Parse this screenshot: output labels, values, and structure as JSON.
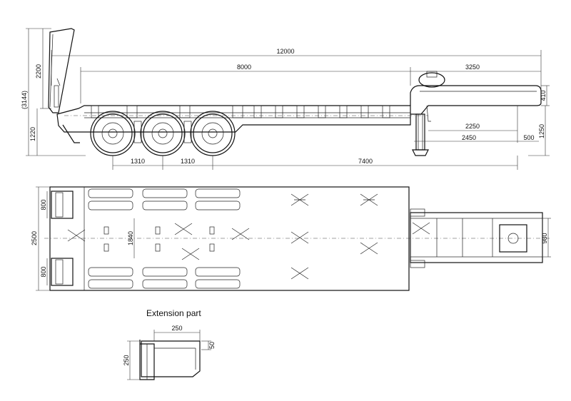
{
  "side_view": {
    "dims": {
      "total_length": "12000",
      "deck_length": "8000",
      "gooseneck_length": "3250",
      "ramp_height": "2200",
      "overall_height": "(3144)",
      "deck_height": "1220",
      "gooseneck_thickness": "410",
      "kingpin_height": "1250",
      "kingpin_to_leg": "2250",
      "kingpin_to_axle_ref": "2450",
      "front_overhang": "500",
      "axle_spacing_1": "1310",
      "axle_spacing_2": "1310",
      "axle_to_kingpin": "7400"
    }
  },
  "top_view": {
    "dims": {
      "overall_width": "2500",
      "ramp_width_1": "800",
      "ramp_width_2": "800",
      "inner_width": "1840",
      "gooseneck_width": "980"
    }
  },
  "extension": {
    "title": "Extension part",
    "dims": {
      "width": "250",
      "height": "250",
      "lip": "50"
    }
  }
}
